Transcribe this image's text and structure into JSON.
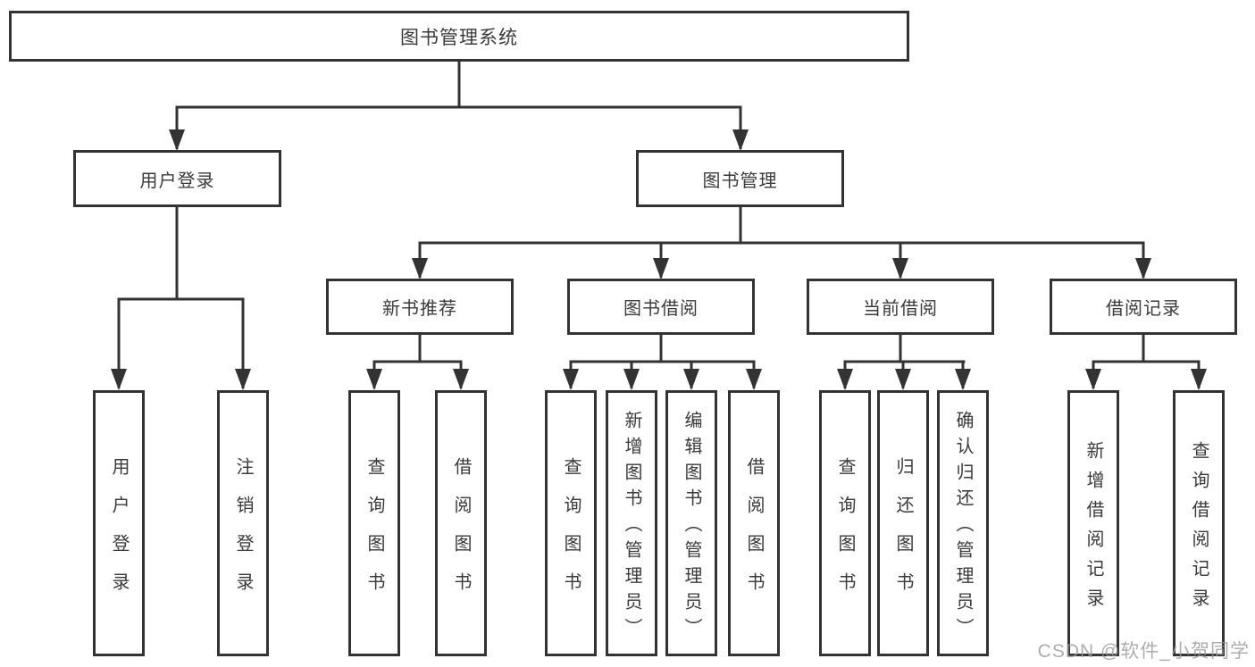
{
  "diagram": {
    "colors": {
      "background": "#ffffff",
      "line": "#333333",
      "box_border": "#333333",
      "text": "#3a3a3a",
      "watermark": "#999999"
    },
    "tree": {
      "root": {
        "label": "图书管理系统"
      },
      "branches": [
        {
          "label": "用户登录",
          "leaves": [
            {
              "label": "用户登录"
            },
            {
              "label": "注销登录"
            }
          ]
        },
        {
          "label": "图书管理",
          "sections": [
            {
              "label": "新书推荐",
              "leaves": [
                {
                  "label": "查询图书"
                },
                {
                  "label": "借阅图书"
                }
              ]
            },
            {
              "label": "图书借阅",
              "leaves": [
                {
                  "label": "查询图书"
                },
                {
                  "label": "新增图书（管理员）"
                },
                {
                  "label": "编辑图书（管理员）"
                },
                {
                  "label": "借阅图书"
                }
              ]
            },
            {
              "label": "当前借阅",
              "leaves": [
                {
                  "label": "查询图书"
                },
                {
                  "label": "归还图书"
                },
                {
                  "label": "确认归还（管理员）"
                }
              ]
            },
            {
              "label": "借阅记录",
              "leaves": [
                {
                  "label": "新增借阅记录"
                },
                {
                  "label": "查询借阅记录"
                }
              ]
            }
          ]
        }
      ]
    },
    "watermark": "CSDN @软件_小贺同学"
  }
}
